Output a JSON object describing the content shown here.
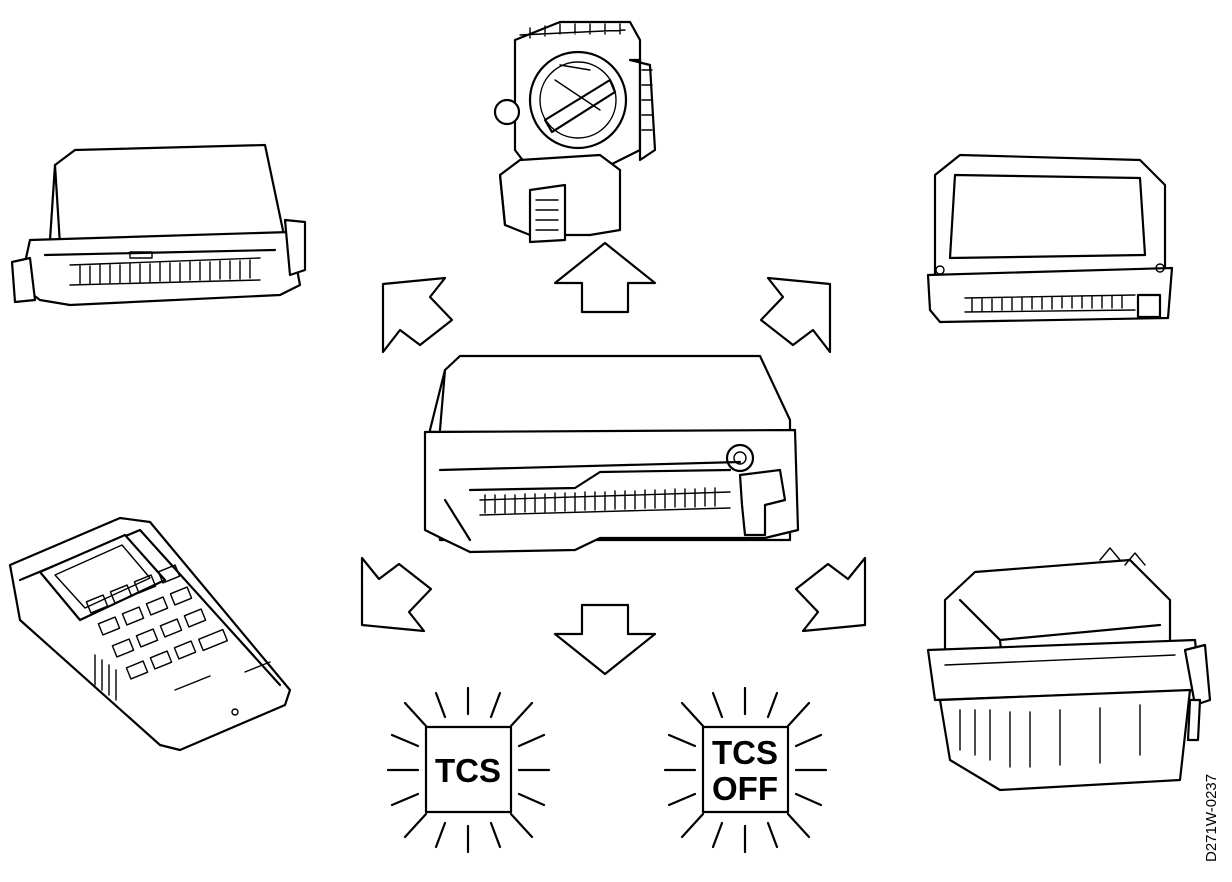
{
  "lamps": {
    "tcs": "TCS",
    "tcs_off_line1": "TCS",
    "tcs_off_line2": "OFF"
  },
  "figure_code": "D271W-0237"
}
